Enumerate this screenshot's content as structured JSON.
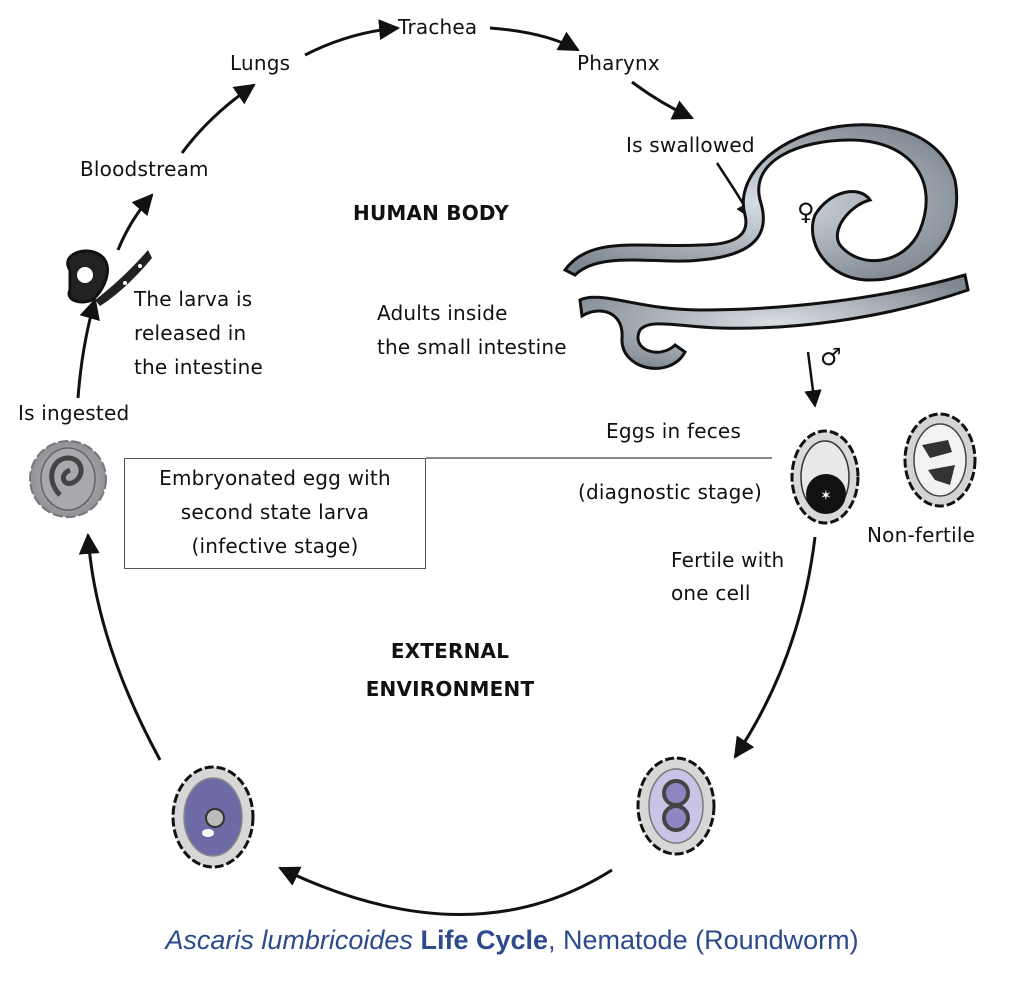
{
  "diagram": {
    "regions": {
      "human_body": "HUMAN BODY",
      "external_environment_line1": "EXTERNAL",
      "external_environment_line2": "ENVIRONMENT"
    },
    "stages": {
      "trachea": "Trachea",
      "lungs": "Lungs",
      "pharynx": "Pharynx",
      "bloodstream": "Bloodstream",
      "is_swallowed": "Is swallowed",
      "larva_released_1": "The larva is",
      "larva_released_2": "released in",
      "larva_released_3": "the intestine",
      "adults_1": "Adults inside",
      "adults_2": "the small intestine",
      "is_ingested": "Is ingested",
      "eggs_in_feces": "Eggs in feces",
      "diagnostic_stage": "(diagnostic stage)",
      "non_fertile": "Non-fertile",
      "fertile_1": "Fertile with",
      "fertile_2": "one cell",
      "embryonated_1": "Embryonated egg with",
      "embryonated_2": "second state larva",
      "embryonated_3": "(infective stage)"
    },
    "symbols": {
      "female": "♀",
      "male": "♂"
    },
    "caption": {
      "species": "Ascaris lumbricoides",
      "life_cycle": "Life Cycle",
      "rest": ", Nematode (Roundworm)"
    },
    "colors": {
      "caption": "#2c4a8c",
      "worm": "#9aa3ad",
      "egg_shell": "#cfcfcf",
      "egg_purple": "#8d86c0"
    }
  }
}
